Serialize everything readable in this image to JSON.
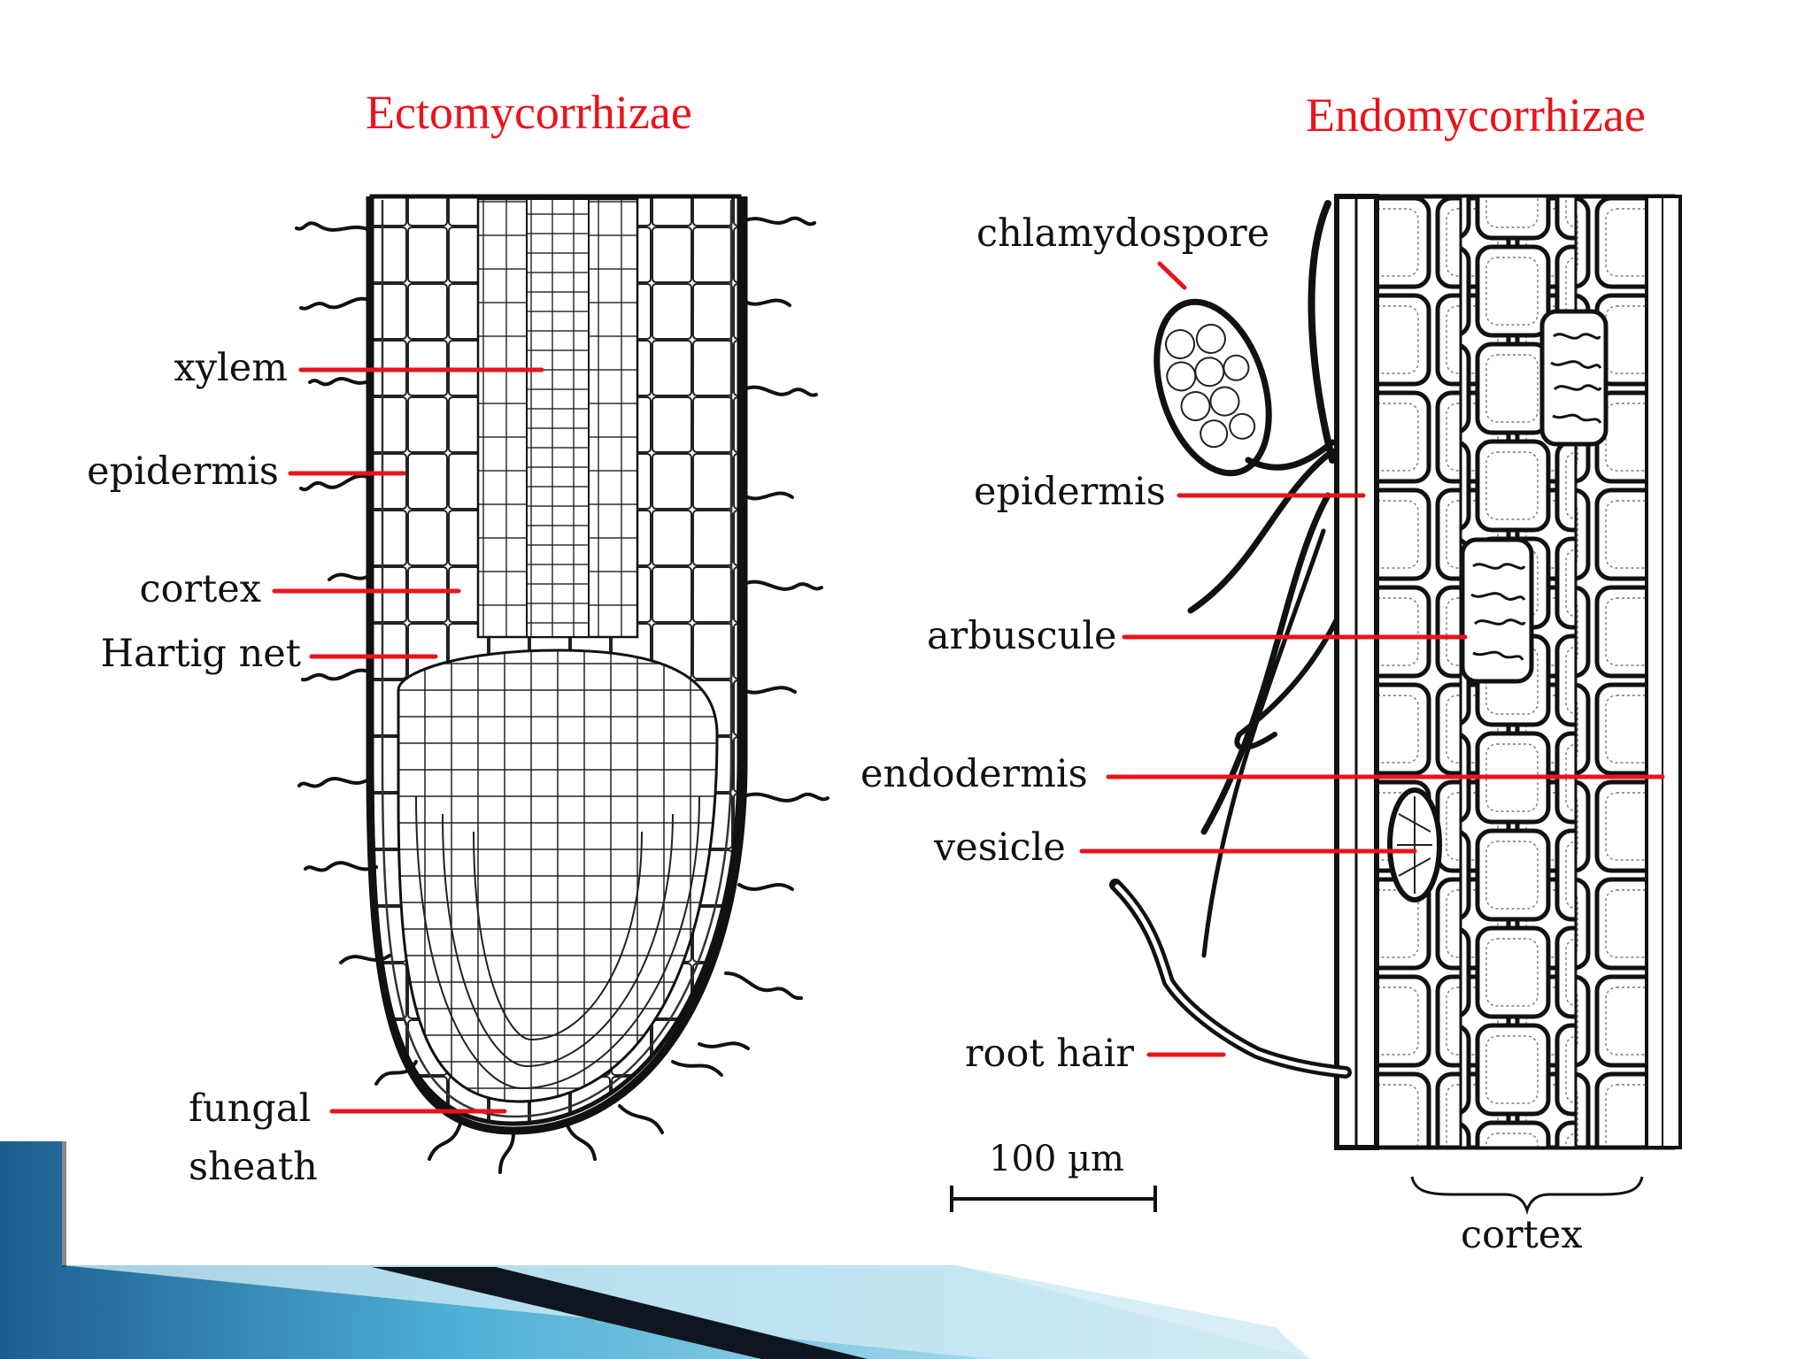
{
  "colors": {
    "title": "#e8141c",
    "pointer": "#e8141c",
    "ink": "#111111",
    "deco_dark": "#0e1620",
    "deco_blue_1": "#1b5d8f",
    "deco_blue_2": "#4fb0d6",
    "deco_blue_3": "#bfe5f2"
  },
  "ecto": {
    "title": "Ectomycorrhizae",
    "labels": {
      "xylem": "xylem",
      "epidermis": "epidermis",
      "cortex": "cortex",
      "hartig_net": "Hartig net",
      "fungal_sheath_1": "fungal",
      "fungal_sheath_2": "sheath"
    }
  },
  "endo": {
    "title": "Endomycorrhizae",
    "labels": {
      "chlamydospore": "chlamydospore",
      "epidermis": "epidermis",
      "arbuscule": "arbuscule",
      "endodermis": "endodermis",
      "vesicle": "vesicle",
      "root_hair": "root hair",
      "scale": "100 µm",
      "cortex": "cortex"
    }
  }
}
